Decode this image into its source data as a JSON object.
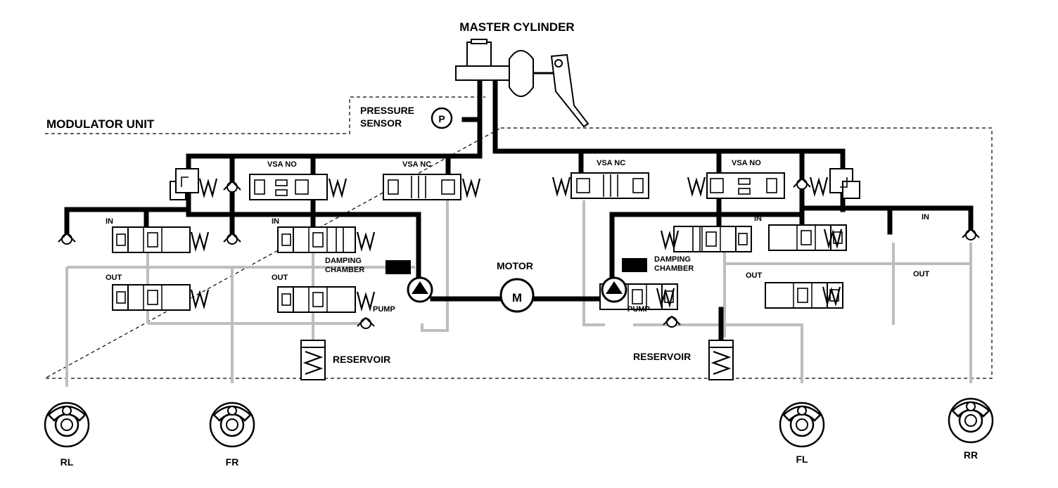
{
  "labels": {
    "master_cylinder": "MASTER CYLINDER",
    "modulator_unit": "MODULATOR UNIT",
    "pressure_sensor_line1": "PRESSURE",
    "pressure_sensor_line2": "SENSOR",
    "pressure_symbol": "P",
    "motor": "MOTOR",
    "motor_symbol": "M",
    "vsa_no": "VSA NO",
    "vsa_nc": "VSA NC",
    "in": "IN",
    "out": "OUT",
    "damping_line1": "DAMPING",
    "damping_line2": "CHAMBER",
    "pump": "PUMP",
    "reservoir": "RESERVOIR"
  },
  "wheels": [
    "RL",
    "FR",
    "FL",
    "RR"
  ]
}
